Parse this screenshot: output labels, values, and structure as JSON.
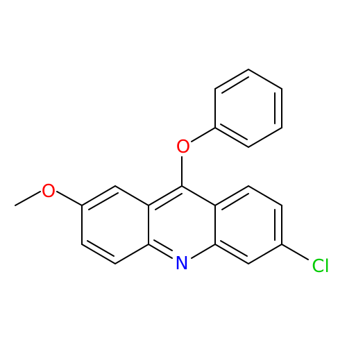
{
  "atoms": {
    "methoxy_oxygen": "O",
    "ether_oxygen": "O",
    "ring_nitrogen": "N",
    "chlorine": "Cl"
  },
  "colors": {
    "bond": "#000000",
    "oxygen": "#ff0000",
    "nitrogen": "#0000ff",
    "chlorine": "#00cc00"
  }
}
